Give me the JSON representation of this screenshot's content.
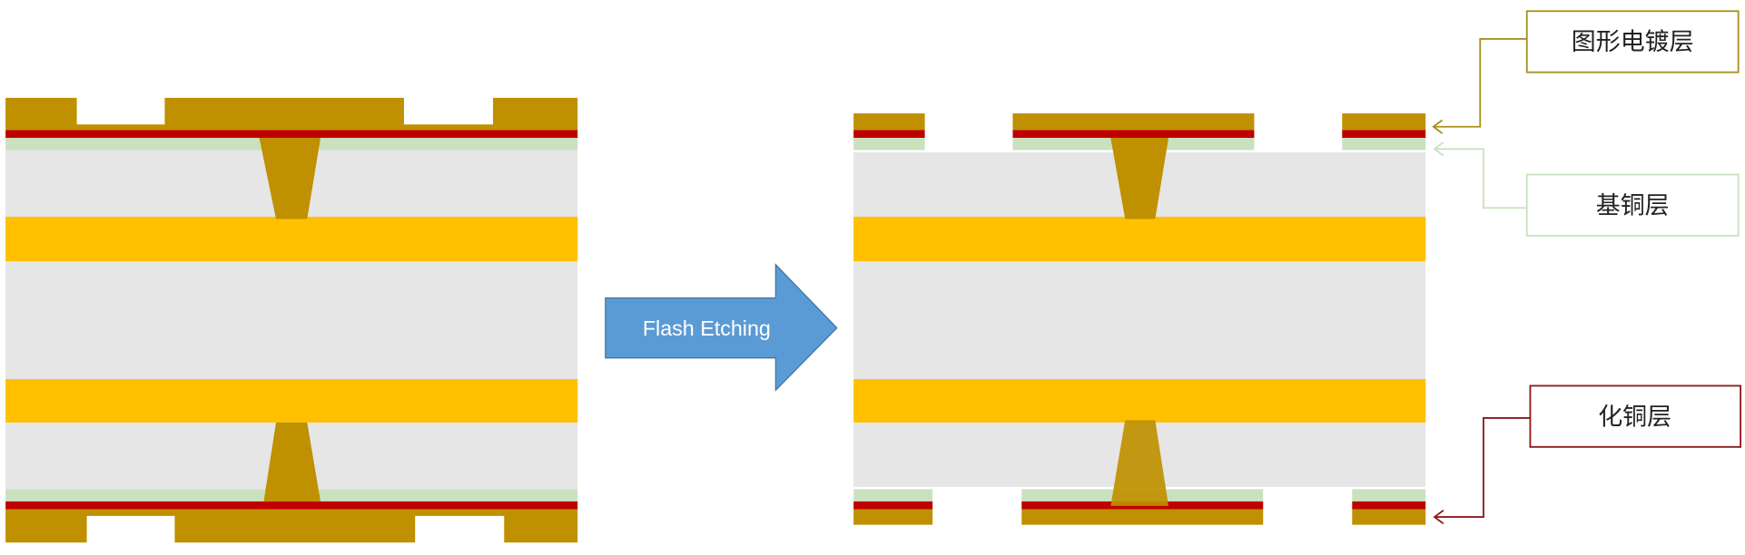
{
  "process_arrow": {
    "label": "Flash Etching",
    "fill": "#5b9bd5",
    "stroke": "#41719c"
  },
  "labels": [
    {
      "text": "图形电镀层",
      "color": "#a89020"
    },
    {
      "text": "基铜层",
      "color": "#c9e2bd"
    },
    {
      "text": "化铜层",
      "color": "#8b1a1a"
    }
  ],
  "colors": {
    "plated_copper": "#bf9000",
    "electroless_copper": "#c00000",
    "base_copper": "#c9e2bd",
    "dielectric": "#e6e6e6",
    "inner_copper": "#ffc000"
  }
}
